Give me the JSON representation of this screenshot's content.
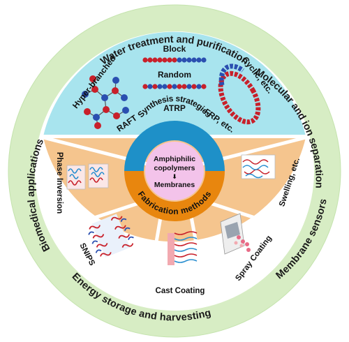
{
  "outer_ring": {
    "water": "Water treatment and purification",
    "molecular": "Molecular and ion separation",
    "sensors": "Membrane sensors",
    "energy": "Energy storage and harvesting",
    "biomedical": "Biomedical applications"
  },
  "synthesis": {
    "block": "Block",
    "random": "Random",
    "hyper": "Hyper-branched",
    "cyclic": "Cyclic, etc.",
    "atrp": "ATRP",
    "raft": "RAFT",
    "frp": "FRP, etc."
  },
  "inner_ring": {
    "synthesis": "Synthesis strategies",
    "fabrication": "Fabrication methods"
  },
  "center": {
    "line1": "Amphiphilic",
    "line2": "copolymers",
    "arrow": "⬇",
    "line3": "Membranes"
  },
  "fabrication": {
    "phase": "Phase Inversion",
    "snips": "SNIPS",
    "cast": "Cast Coating",
    "spray": "Spray Coating",
    "swelling": "Swelling, etc."
  },
  "colors": {
    "outer": "#d7edc4",
    "synthesis": "#a8e4ee",
    "fabrication": "#f5c58e",
    "ring_blue": "#1e90c8",
    "ring_orange": "#e8860e",
    "center": "#f3c3ea",
    "polymer_red": "#c8202a",
    "polymer_blue": "#2a4fb0"
  }
}
